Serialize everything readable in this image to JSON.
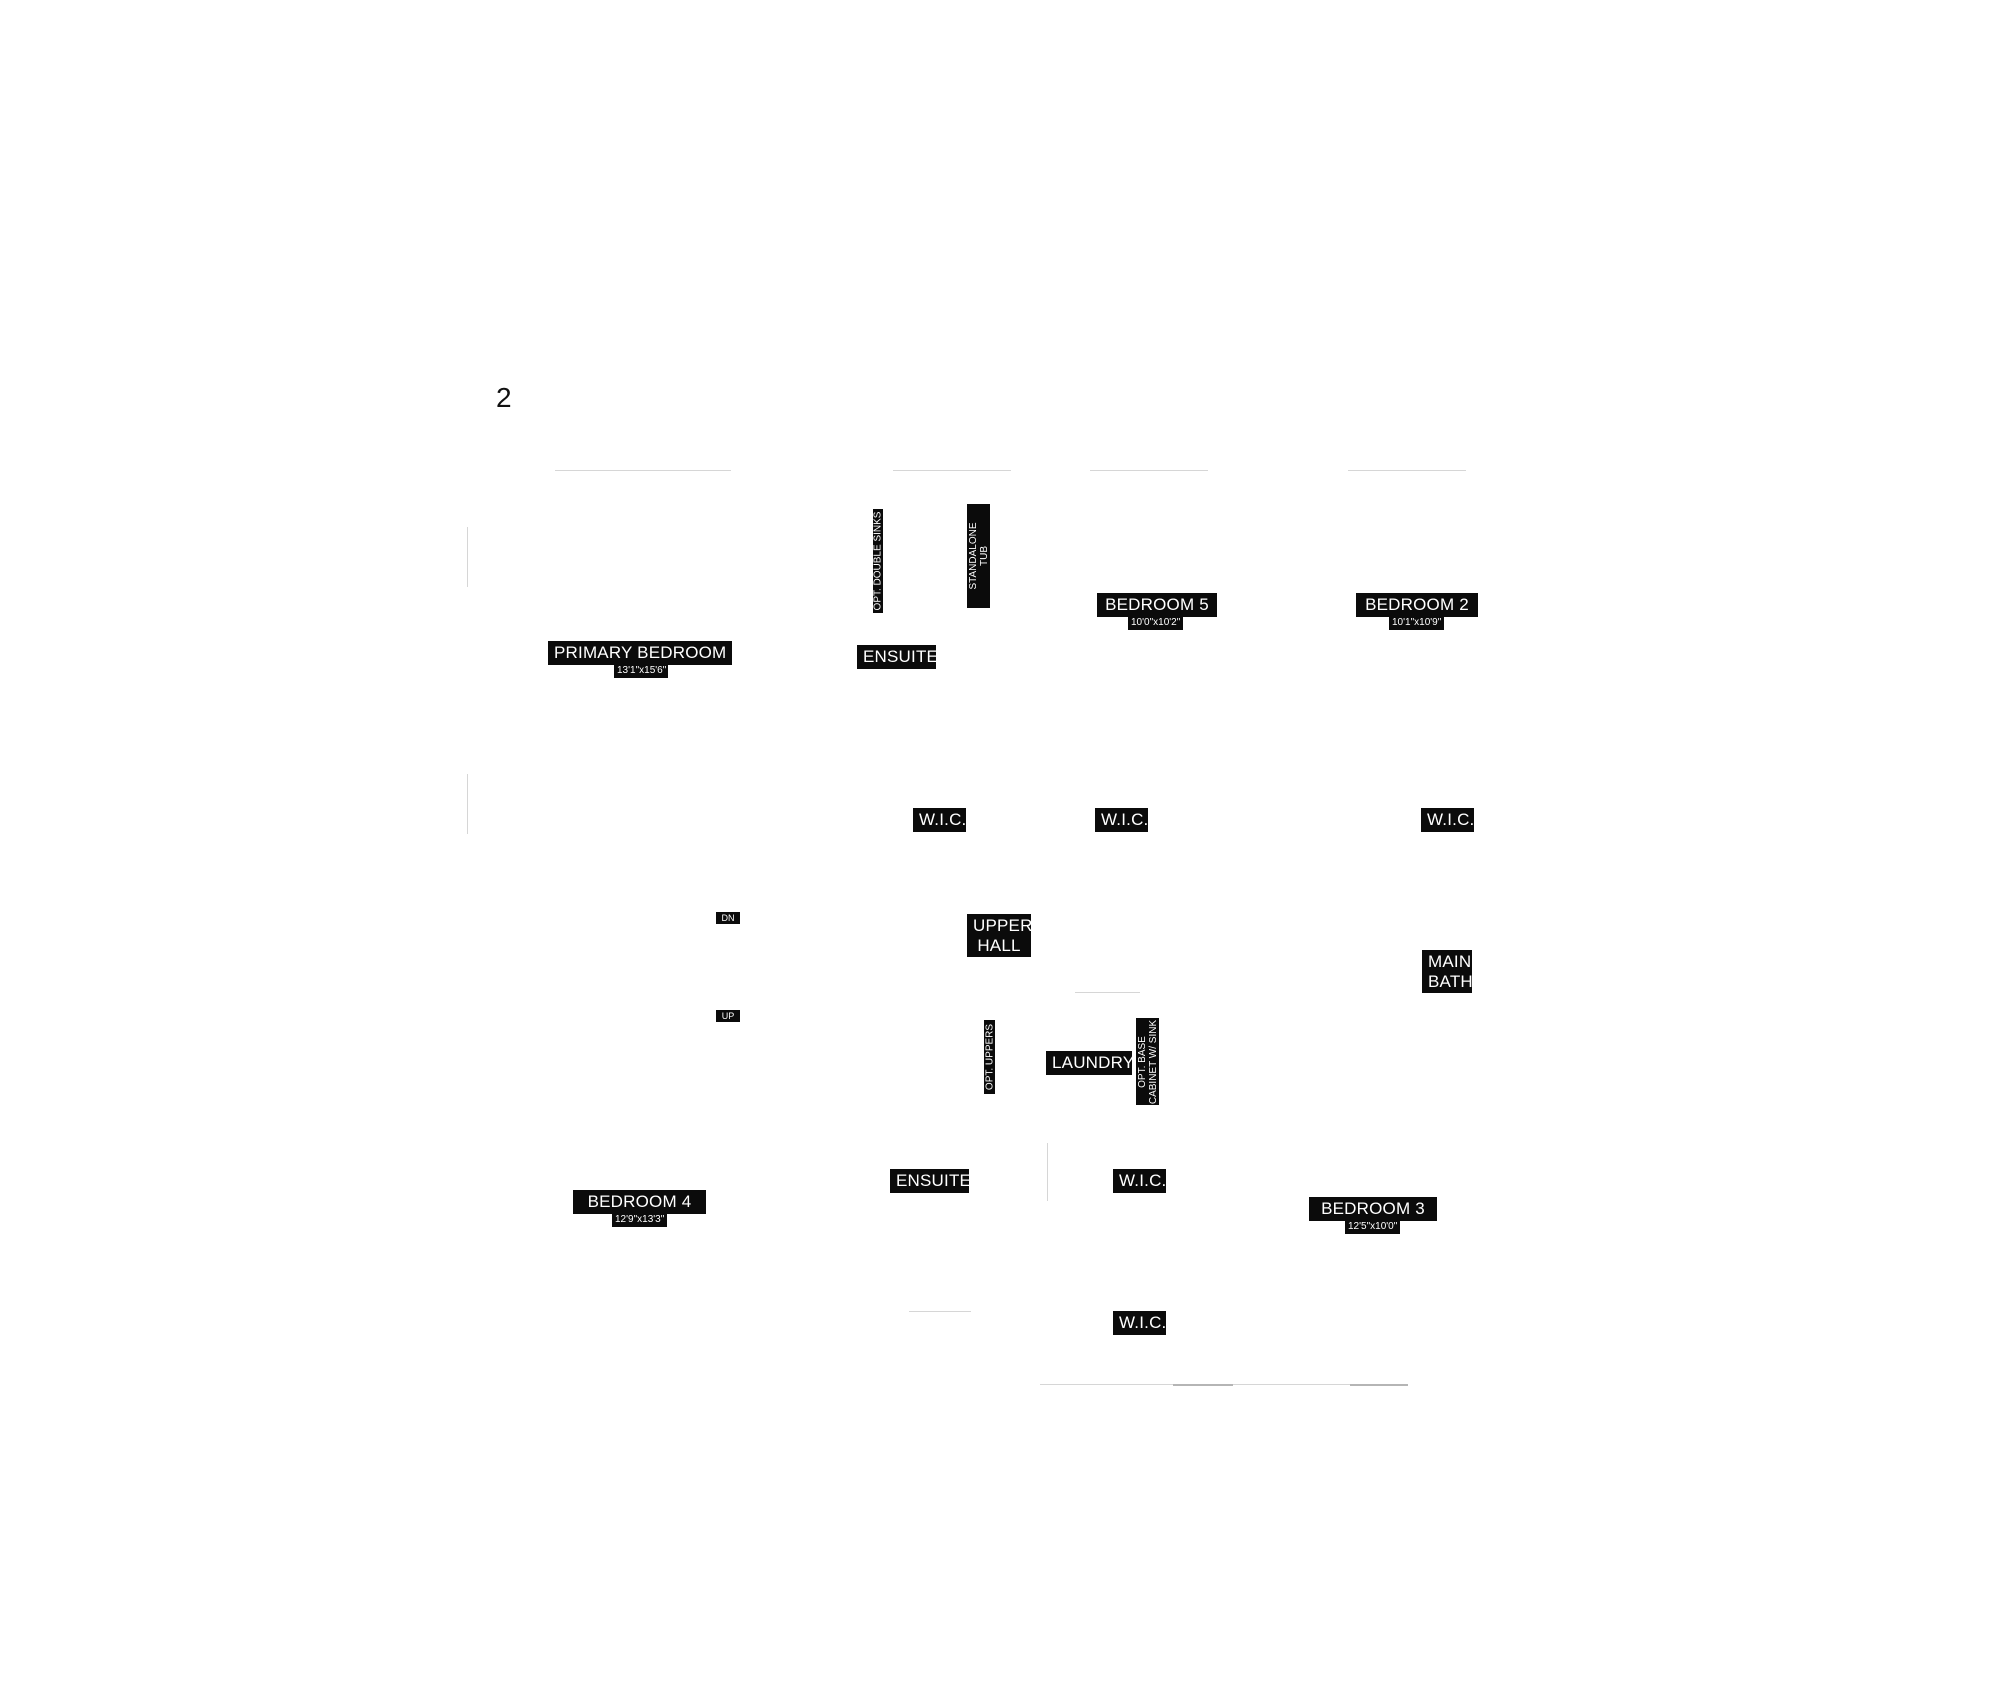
{
  "floor": {
    "number": "2"
  },
  "rooms": {
    "primary_bedroom": {
      "name": "PRIMARY BEDROOM",
      "size": "13'1\"x15'6\""
    },
    "ensuite_top": {
      "name": "ENSUITE"
    },
    "bedroom5": {
      "name": "BEDROOM 5",
      "size": "10'0\"x10'2\""
    },
    "bedroom2": {
      "name": "BEDROOM 2",
      "size": "10'1\"x10'9\""
    },
    "wic_1": {
      "name": "W.I.C."
    },
    "wic_2": {
      "name": "W.I.C."
    },
    "wic_3": {
      "name": "W.I.C."
    },
    "upper_hall": {
      "line1": "UPPER",
      "line2": "HALL"
    },
    "main_bath": {
      "line1": "MAIN",
      "line2": "BATH"
    },
    "laundry": {
      "name": "LAUNDRY"
    },
    "ensuite_bottom": {
      "name": "ENSUITE"
    },
    "wic_4": {
      "name": "W.I.C."
    },
    "wic_5": {
      "name": "W.I.C."
    },
    "bedroom4": {
      "name": "BEDROOM 4",
      "size": "12'9\"x13'3\""
    },
    "bedroom3": {
      "name": "BEDROOM 3",
      "size": "12'5\"x10'0\""
    }
  },
  "stairs": {
    "down": "DN",
    "up": "UP"
  },
  "fixtures": {
    "double_sinks": "OPT. DOUBLE SINKS",
    "tub_line1": "STANDALONE",
    "tub_line2": "TUB",
    "uppers": "OPT. UPPERS",
    "base_cabinet_line1": "OPT. BASE",
    "base_cabinet_line2": "CABINET W/ SINK"
  }
}
